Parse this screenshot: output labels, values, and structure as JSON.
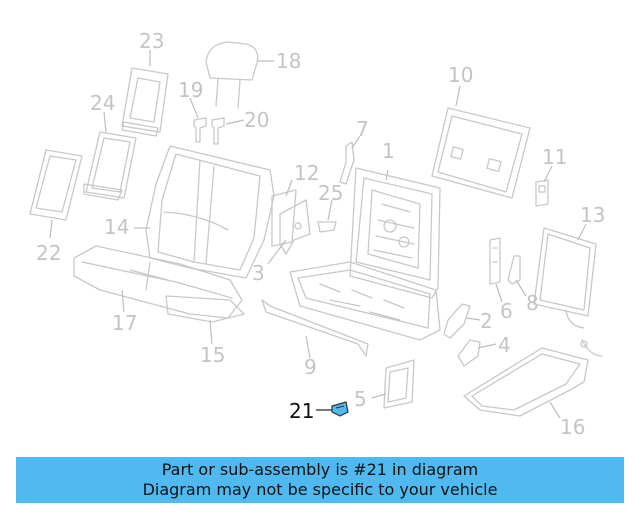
{
  "callouts": {
    "c1": "1",
    "c2": "2",
    "c3": "3",
    "c4": "4",
    "c5": "5",
    "c6": "6",
    "c7": "7",
    "c8": "8",
    "c9": "9",
    "c10": "10",
    "c11": "11",
    "c12": "12",
    "c13": "13",
    "c14": "14",
    "c15": "15",
    "c16": "16",
    "c17": "17",
    "c18": "18",
    "c19": "19",
    "c20": "20",
    "c21": "21",
    "c22": "22",
    "c23": "23",
    "c24": "24",
    "c25": "25"
  },
  "highlight": {
    "part": "21",
    "color": "#4fb9f0"
  },
  "banner": {
    "line1": "Part or sub-assembly is #21 in diagram",
    "line2": "Diagram may not be specific to your vehicle",
    "color": "#4fb9f0"
  }
}
